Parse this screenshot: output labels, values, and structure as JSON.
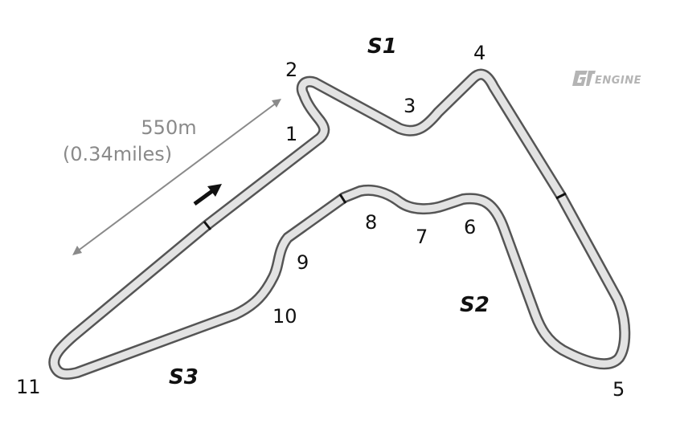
{
  "colors": {
    "track_outline": "#555555",
    "track_fill": "#e3e3e3",
    "sector_marker": "#111111",
    "scale_arrow": "#8a8a8a",
    "scale_text": "#8a8a8a",
    "direction_arrow": "#111111",
    "logo": "#b4b4b4"
  },
  "logo": {
    "text": "ENGINE",
    "icon": "gt-logo-icon"
  },
  "scale": {
    "distance": "550m",
    "distance_alt": "(0.34miles)"
  },
  "direction_icon": "direction-arrow-icon",
  "sectors": {
    "s1": "S1",
    "s2": "S2",
    "s3": "S3"
  },
  "turns": [
    "1",
    "2",
    "3",
    "4",
    "5",
    "6",
    "7",
    "8",
    "9",
    "10",
    "11"
  ]
}
